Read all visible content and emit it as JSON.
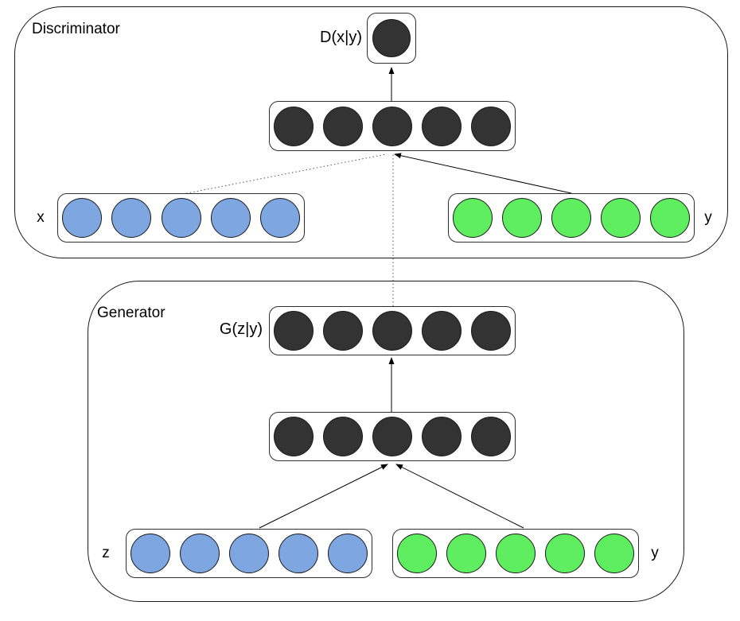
{
  "figure": {
    "discriminator": {
      "title": "Discriminator",
      "output_label": "D(x|y)",
      "x_label": "x",
      "y_label": "y"
    },
    "generator": {
      "title": "Generator",
      "output_label": "G(z|y)",
      "z_label": "z",
      "y_label": "y"
    },
    "layers": {
      "d_output": {
        "count": 1,
        "color": "dark"
      },
      "d_hidden": {
        "count": 5,
        "color": "dark"
      },
      "d_input_x": {
        "count": 5,
        "color": "blue"
      },
      "d_input_y": {
        "count": 5,
        "color": "green"
      },
      "g_output": {
        "count": 5,
        "color": "dark"
      },
      "g_hidden": {
        "count": 5,
        "color": "dark"
      },
      "g_input_z": {
        "count": 5,
        "color": "blue"
      },
      "g_input_y": {
        "count": 5,
        "color": "green"
      }
    },
    "colors": {
      "node_dark": "#333333",
      "node_blue": "#7EA6E0",
      "node_green": "#5FEE5F",
      "line": "#000000",
      "background": "#FFFFFF"
    }
  }
}
